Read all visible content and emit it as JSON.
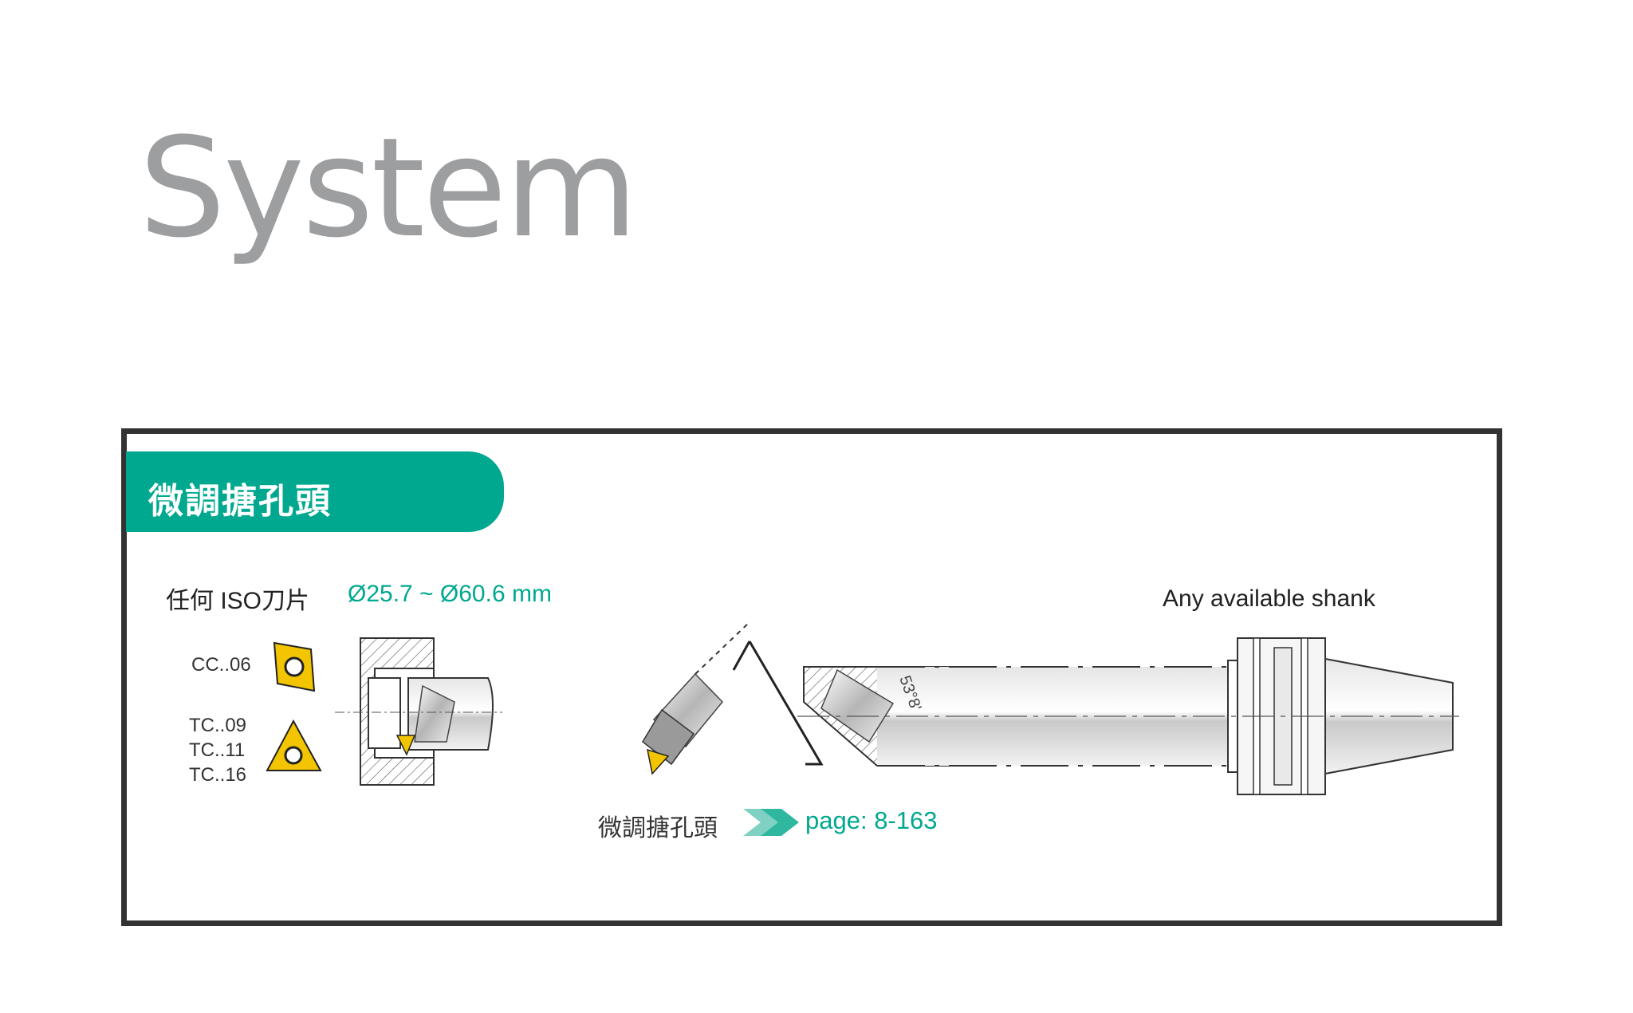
{
  "header": {
    "title": "System"
  },
  "section": {
    "title": "微調搪孔頭",
    "insert_spec": "任何 ISO刀片",
    "diameter_range": "Ø25.7 ~ Ø60.6 mm",
    "shank_label": "Any available shank",
    "inserts": [
      {
        "code": "CC..06",
        "shape": "rhombic-insert-icon"
      },
      {
        "code": "TC..09",
        "shape": "triangular-insert-icon"
      },
      {
        "code": "TC..11",
        "shape": "triangular-insert-icon"
      },
      {
        "code": "TC..16",
        "shape": "triangular-insert-icon"
      }
    ],
    "angle_label": "53°8'",
    "footer_label": "微調搪孔頭",
    "page_reference": "page: 8-163"
  },
  "colors": {
    "accent": "#00a88f",
    "title_gray": "#9d9ea0",
    "insert_yellow": "#f2c500",
    "frame": "#333333"
  }
}
